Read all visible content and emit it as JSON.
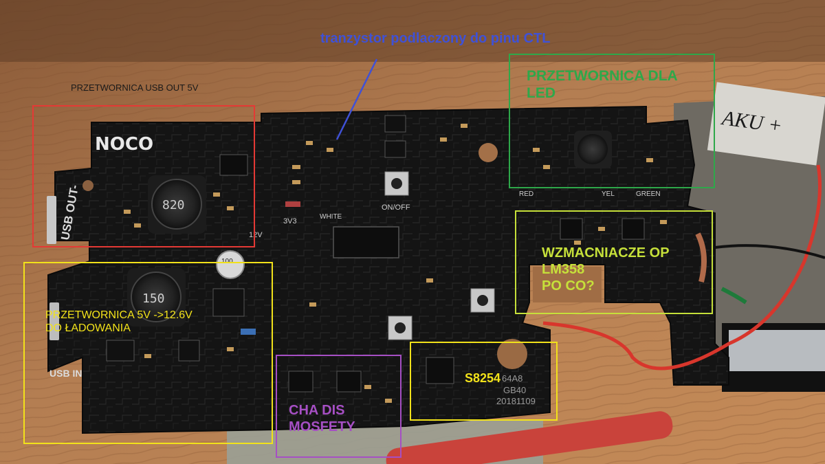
{
  "photo": {
    "pcb_silkscreen": {
      "brand": "NOCO",
      "usb_out": "USB OUT-",
      "usb_in": "USB IN",
      "inductor_top": "820",
      "inductor_bottom": "150",
      "button_label": "ON/OFF",
      "led_white": "WHITE",
      "led_red": "RED",
      "led_yellow": "YEL",
      "led_green": "GREEN",
      "voltage_marks": [
        "3V3",
        "12V"
      ],
      "chip_date": "20181109",
      "chip_code": "GB40",
      "chip_id": "64A8",
      "capacitor": "100"
    },
    "tape_label": "AKU +"
  },
  "annotations": [
    {
      "id": "usb-out-converter",
      "text": "PRZETWORNICA USB OUT 5V",
      "color": "#e53935"
    },
    {
      "id": "transistor-ctl",
      "text": "tranzystor podlaczony do pinu CTL",
      "color": "#3f51d6"
    },
    {
      "id": "led-converter",
      "text": "PRZETWORNICA DLA\n   LED",
      "color": "#2ea84a"
    },
    {
      "id": "charge-converter",
      "text": "PRZETWORNICA 5V ->12.6V\nDO ŁADOWANIA",
      "color": "#f2e21a"
    },
    {
      "id": "op-amps",
      "text": "WZMACNIACZE OP\nLM358\nPO CO?",
      "color": "#c6e03a"
    },
    {
      "id": "s8254",
      "text": "S8254",
      "color": "#f2e21a"
    },
    {
      "id": "mosfets",
      "text": "CHA    DIS\nMOSFETY",
      "color": "#a64fc4"
    }
  ]
}
